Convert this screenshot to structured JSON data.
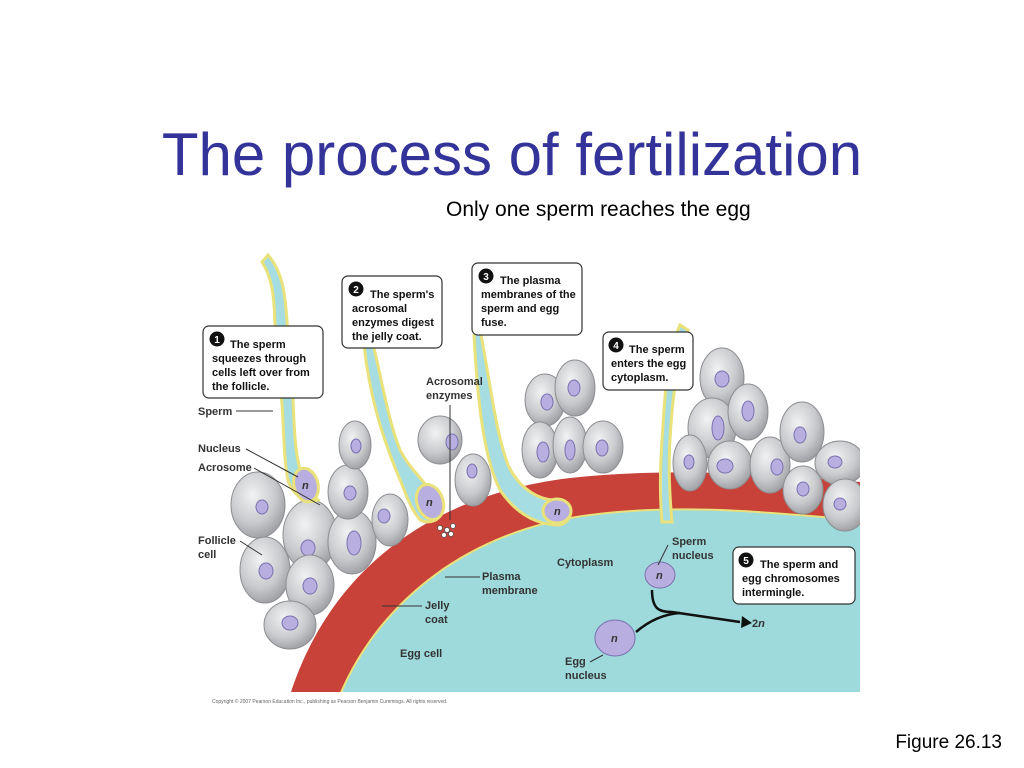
{
  "slide": {
    "title": "The process of fertilization",
    "subtitle": "Only one sperm reaches the egg",
    "figure_ref": "Figure 26.13"
  },
  "figure": {
    "copyright": "Copyright © 2007 Pearson Education Inc., publishing as Pearson Benjamin Cummings. All rights reserved.",
    "steps": [
      {
        "num": "1",
        "lines": [
          "The sperm",
          "squeezes through",
          "cells left over from",
          "the follicle."
        ]
      },
      {
        "num": "2",
        "lines": [
          "The sperm's",
          "acrosomal",
          "enzymes digest",
          "the jelly coat."
        ]
      },
      {
        "num": "3",
        "lines": [
          "The plasma",
          "membranes of the",
          "sperm and egg",
          "fuse."
        ]
      },
      {
        "num": "4",
        "lines": [
          "The sperm",
          "enters the egg",
          "cytoplasm."
        ]
      },
      {
        "num": "5",
        "lines": [
          "The sperm and",
          "egg chromosomes",
          "intermingle."
        ]
      }
    ],
    "labels": {
      "sperm": "Sperm",
      "nucleus": "Nucleus",
      "acrosome": "Acrosome",
      "follicle_1": "Follicle",
      "follicle_2": "cell",
      "acrosomal_1": "Acrosomal",
      "acrosomal_2": "enzymes",
      "cytoplasm": "Cytoplasm",
      "plasma_1": "Plasma",
      "plasma_2": "membrane",
      "jelly_1": "Jelly",
      "jelly_2": "coat",
      "egg_cell": "Egg cell",
      "sperm_nucleus_1": "Sperm",
      "sperm_nucleus_2": "nucleus",
      "egg_nucleus_1": "Egg",
      "egg_nucleus_2": "nucleus",
      "n": "n",
      "diploid_num": "2",
      "diploid_n": "n"
    },
    "colors": {
      "cytoplasm": "#9ed9db",
      "jelly_coat": "#c8423a",
      "sperm_body": "#a6dde3",
      "sperm_outline": "#e9e27a",
      "nucleus": "#b8aee0",
      "follicle": "#c8c9cc"
    }
  }
}
